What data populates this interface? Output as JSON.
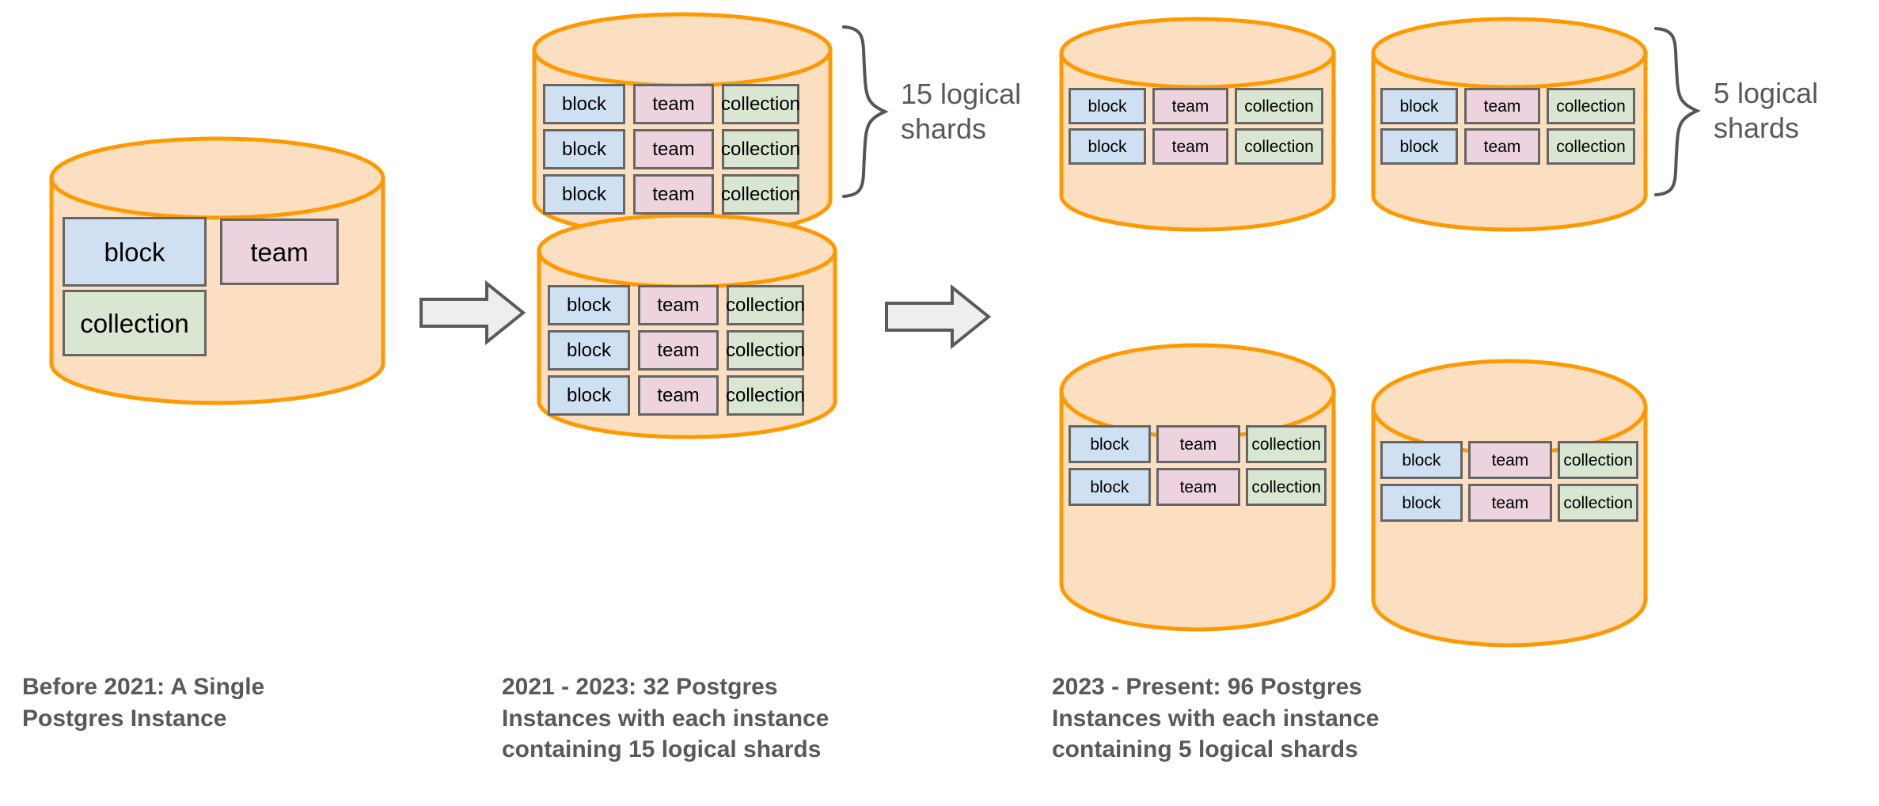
{
  "diagram": {
    "title_visible": false,
    "colors": {
      "cylinder_fill": "#fbdfc0",
      "cylinder_stroke": "#ff9900",
      "shard_border": "#666666",
      "block_fill": "#cfe0f3",
      "team_fill": "#ecd3de",
      "collection_fill": "#d9e7d2",
      "arrow_fill": "#eeeeee",
      "arrow_stroke": "#5a5a5a",
      "text": "#595959",
      "brace_stroke": "#555555"
    },
    "shard_labels": {
      "block": "block",
      "team": "team",
      "collection": "collection"
    }
  },
  "panels": [
    {
      "id": "before-2021",
      "caption": "Before 2021: A Single\nPostgres Instance",
      "instances": [
        {
          "id": "single-instance",
          "rows": [
            [
              "block",
              "team"
            ],
            [
              "collection"
            ]
          ]
        }
      ],
      "brace": null
    },
    {
      "id": "2021-2023",
      "caption": "2021 - 2023: 32 Postgres\nInstances with each instance\ncontaining 15 logical shards",
      "instances": [
        {
          "id": "instance-top",
          "rows": [
            [
              "block",
              "team",
              "collection"
            ],
            [
              "block",
              "team",
              "collection"
            ],
            [
              "block",
              "team",
              "collection"
            ]
          ]
        },
        {
          "id": "instance-bottom",
          "rows": [
            [
              "block",
              "team",
              "collection"
            ],
            [
              "block",
              "team",
              "collection"
            ],
            [
              "block",
              "team",
              "collection"
            ]
          ]
        }
      ],
      "brace": {
        "label": "15 logical\nshards"
      }
    },
    {
      "id": "2023-present",
      "caption": "2023 - Present: 96 Postgres\nInstances with each instance\ncontaining 5 logical shards",
      "instances": [
        {
          "id": "instance-top-left",
          "rows": [
            [
              "block",
              "team",
              "collection"
            ],
            [
              "block",
              "team",
              "collection"
            ]
          ]
        },
        {
          "id": "instance-top-right",
          "rows": [
            [
              "block",
              "team",
              "collection"
            ],
            [
              "block",
              "team",
              "collection"
            ]
          ]
        },
        {
          "id": "instance-bottom-left",
          "rows": [
            [
              "block",
              "team",
              "collection"
            ],
            [
              "block",
              "team",
              "collection"
            ]
          ]
        },
        {
          "id": "instance-bottom-right",
          "rows": [
            [
              "block",
              "team",
              "collection"
            ],
            [
              "block",
              "team",
              "collection"
            ]
          ]
        }
      ],
      "brace": {
        "label": "5 logical\nshards"
      }
    }
  ],
  "arrows": [
    {
      "id": "arrow-1",
      "from": "before-2021",
      "to": "2021-2023"
    },
    {
      "id": "arrow-2",
      "from": "2021-2023",
      "to": "2023-present"
    }
  ]
}
